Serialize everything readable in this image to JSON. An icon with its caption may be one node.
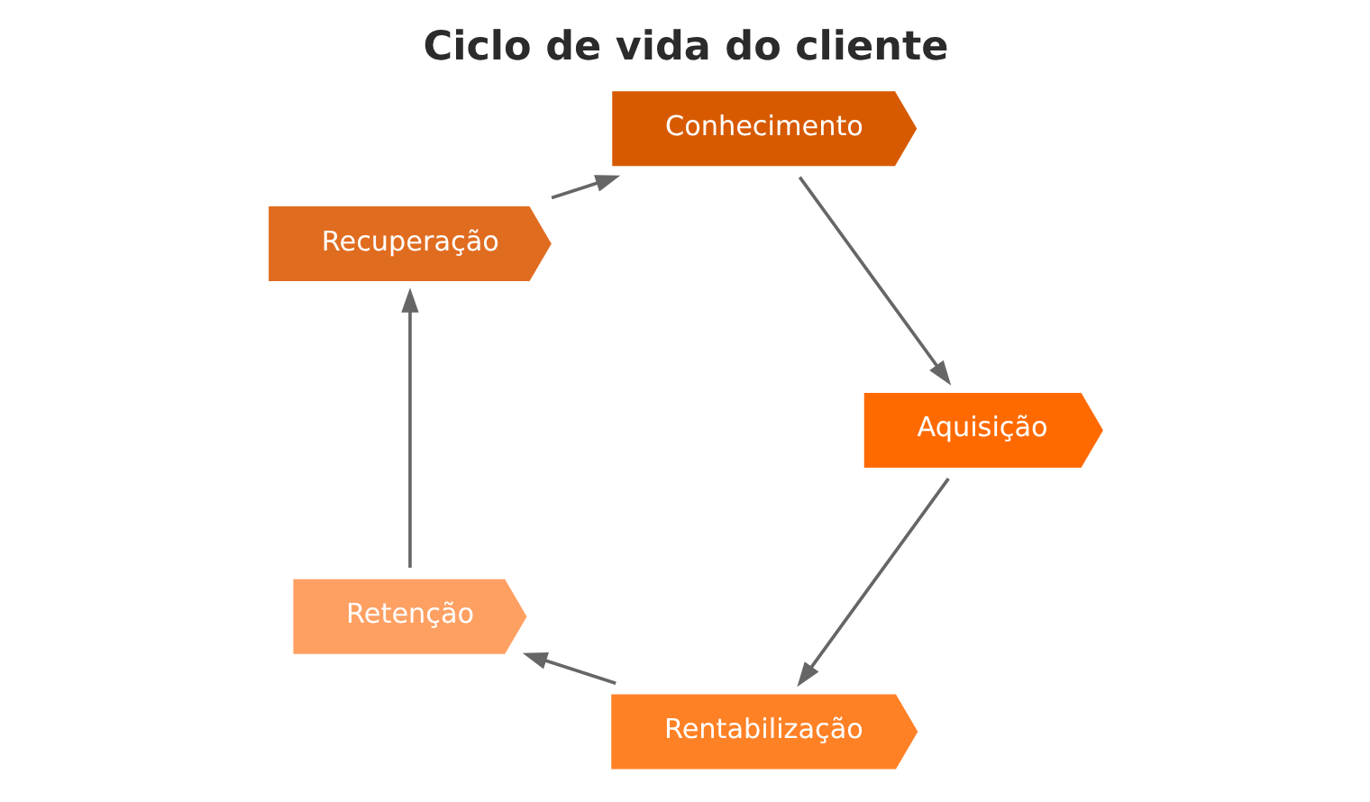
{
  "diagram": {
    "title": "Ciclo de vida do cliente",
    "nodes": [
      {
        "text": [
          "Conhecimento"
        ]
      },
      {
        "text": [
          "Aquisição"
        ]
      },
      {
        "text": [
          "Rentabilização"
        ]
      },
      {
        "text": [
          "Retenção"
        ]
      },
      {
        "text": [
          "Recuperação"
        ]
      }
    ],
    "edges": [
      {
        "from": 0,
        "to": 1,
        "arrow": "to"
      },
      {
        "from": 1,
        "to": 2,
        "arrow": "to"
      },
      {
        "from": 2,
        "to": 3,
        "arrow": "to"
      },
      {
        "from": 3,
        "to": 4,
        "arrow": "to"
      },
      {
        "from": 4,
        "to": 0,
        "arrow": "to"
      }
    ]
  }
}
